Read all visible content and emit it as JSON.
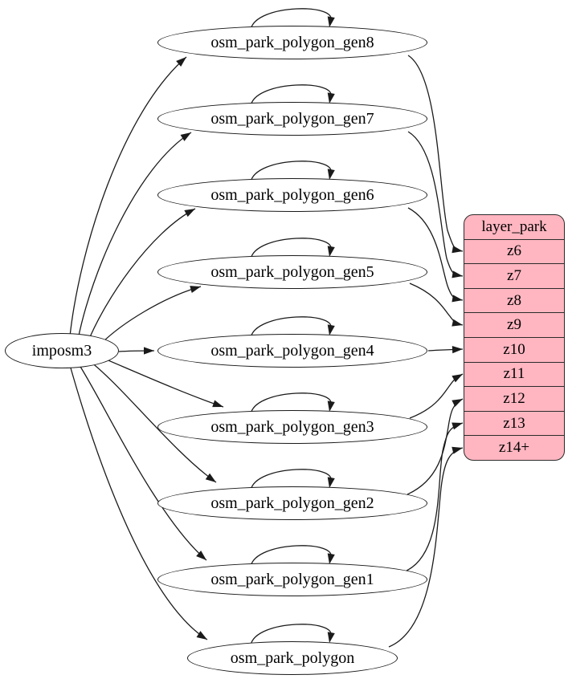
{
  "diagram": {
    "source": {
      "id": "imposm3",
      "label": "imposm3"
    },
    "tables": [
      {
        "id": "gen8",
        "label": "osm_park_polygon_gen8"
      },
      {
        "id": "gen7",
        "label": "osm_park_polygon_gen7"
      },
      {
        "id": "gen6",
        "label": "osm_park_polygon_gen6"
      },
      {
        "id": "gen5",
        "label": "osm_park_polygon_gen5"
      },
      {
        "id": "gen4",
        "label": "osm_park_polygon_gen4"
      },
      {
        "id": "gen3",
        "label": "osm_park_polygon_gen3"
      },
      {
        "id": "gen2",
        "label": "osm_park_polygon_gen2"
      },
      {
        "id": "gen1",
        "label": "osm_park_polygon_gen1"
      },
      {
        "id": "base",
        "label": "osm_park_polygon"
      }
    ],
    "layer": {
      "id": "layer_park",
      "title": "layer_park",
      "rows": [
        {
          "id": "z6",
          "label": "z6"
        },
        {
          "id": "z7",
          "label": "z7"
        },
        {
          "id": "z8",
          "label": "z8"
        },
        {
          "id": "z9",
          "label": "z9"
        },
        {
          "id": "z10",
          "label": "z10"
        },
        {
          "id": "z11",
          "label": "z11"
        },
        {
          "id": "z12",
          "label": "z12"
        },
        {
          "id": "z13",
          "label": "z13"
        },
        {
          "id": "z14+",
          "label": "z14+"
        }
      ]
    },
    "edges": [
      {
        "from": "imposm3",
        "to": "gen8"
      },
      {
        "from": "imposm3",
        "to": "gen7"
      },
      {
        "from": "imposm3",
        "to": "gen6"
      },
      {
        "from": "imposm3",
        "to": "gen5"
      },
      {
        "from": "imposm3",
        "to": "gen4"
      },
      {
        "from": "imposm3",
        "to": "gen3"
      },
      {
        "from": "imposm3",
        "to": "gen2"
      },
      {
        "from": "imposm3",
        "to": "gen1"
      },
      {
        "from": "imposm3",
        "to": "base"
      },
      {
        "from": "gen8",
        "to": "gen8"
      },
      {
        "from": "gen7",
        "to": "gen7"
      },
      {
        "from": "gen6",
        "to": "gen6"
      },
      {
        "from": "gen5",
        "to": "gen5"
      },
      {
        "from": "gen4",
        "to": "gen4"
      },
      {
        "from": "gen3",
        "to": "gen3"
      },
      {
        "from": "gen2",
        "to": "gen2"
      },
      {
        "from": "gen1",
        "to": "gen1"
      },
      {
        "from": "base",
        "to": "base"
      },
      {
        "from": "gen8",
        "to": "z6"
      },
      {
        "from": "gen7",
        "to": "z7"
      },
      {
        "from": "gen6",
        "to": "z8"
      },
      {
        "from": "gen5",
        "to": "z9"
      },
      {
        "from": "gen4",
        "to": "z10"
      },
      {
        "from": "gen3",
        "to": "z11"
      },
      {
        "from": "gen2",
        "to": "z12"
      },
      {
        "from": "gen1",
        "to": "z13"
      },
      {
        "from": "base",
        "to": "z14+"
      }
    ],
    "colors": {
      "layer_fill": "#ffb6c1",
      "node_fill": "#ffffff",
      "edge": "#1a1a1a",
      "text": "#000000",
      "background": "#ffffff"
    }
  }
}
